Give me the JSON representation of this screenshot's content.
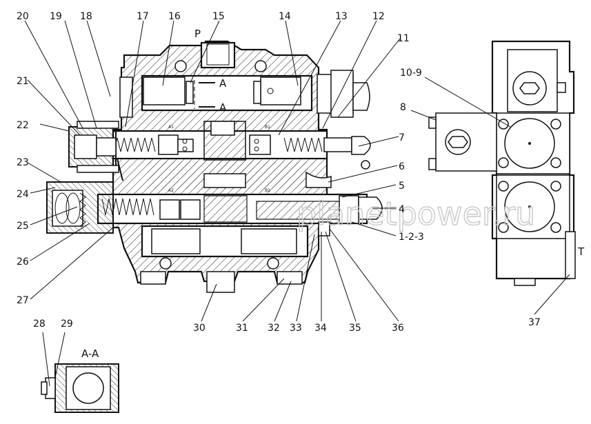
{
  "drawing": {
    "callouts": {
      "n1": "1-2-3",
      "n4": "4",
      "n5": "5",
      "n6": "6",
      "n7": "7",
      "n8": "8",
      "n10": "10-9",
      "n11": "11",
      "n12": "12",
      "n13": "13",
      "n14": "14",
      "n15": "15",
      "n16": "16",
      "n17": "17",
      "n18": "18",
      "n19": "19",
      "n20": "20",
      "n21": "21",
      "n22": "22",
      "n23": "23",
      "n24": "24",
      "n25": "25",
      "n26": "26",
      "n27": "27",
      "n28": "28",
      "n29": "29",
      "n30": "30",
      "n31": "31",
      "n32": "32",
      "n33": "33",
      "n34": "34",
      "n35": "35",
      "n36": "36",
      "n37": "37"
    },
    "labels": {
      "port_p": "P",
      "port_t": "T",
      "section_a_top": "A",
      "section_a_bottom": "A",
      "section_view": "A-A",
      "port_a1": "A1",
      "port_a2": "A2",
      "port_b1": "B1",
      "port_b2": "B2"
    },
    "watermark": "planetpower.ru"
  }
}
